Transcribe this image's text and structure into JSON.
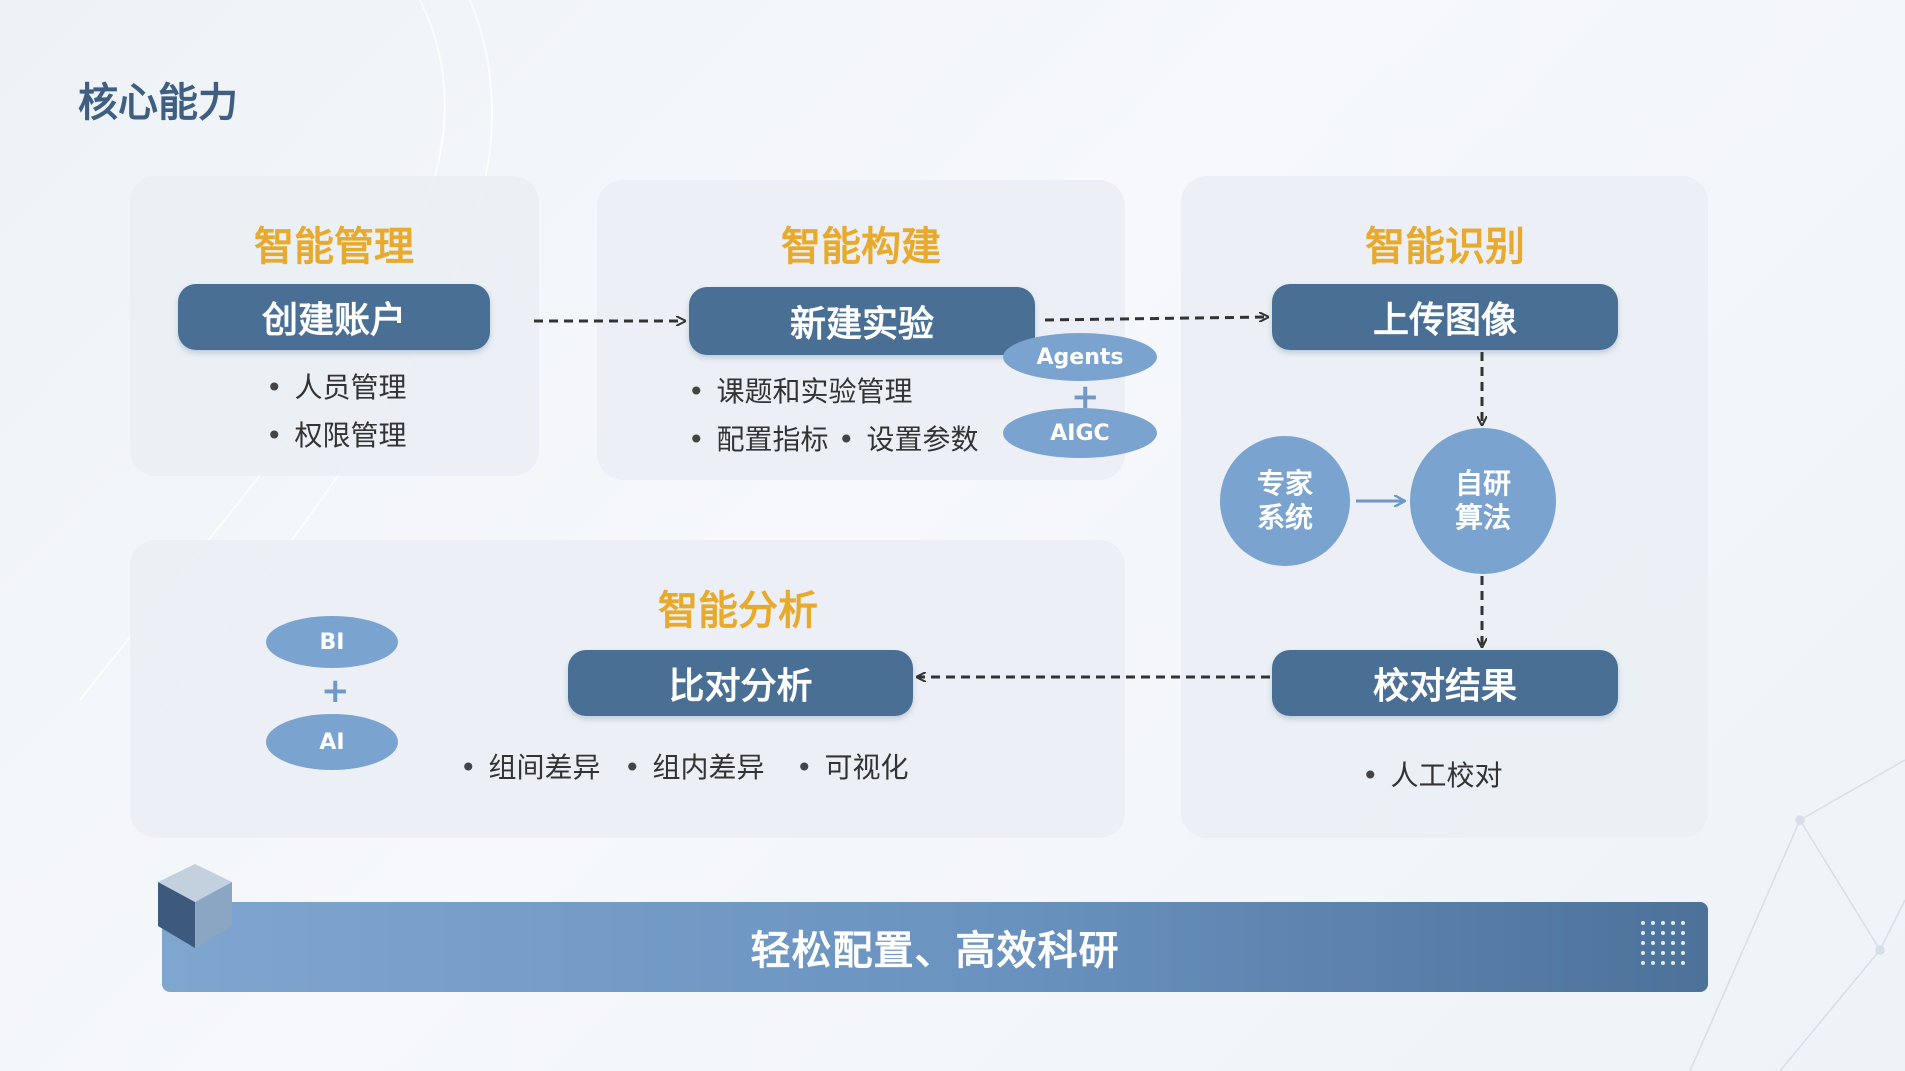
{
  "page_title": "核心能力",
  "sections": {
    "management": {
      "title": "智能管理",
      "pill": "创建账户",
      "bullets": [
        "人员管理",
        "权限管理"
      ]
    },
    "build": {
      "title": "智能构建",
      "pill": "新建实验",
      "bullets": [
        "课题和实验管理",
        "配置指标",
        "设置参数"
      ],
      "ovals": [
        "Agents",
        "AIGC"
      ]
    },
    "recognition": {
      "title": "智能识别",
      "pill_upload": "上传图像",
      "circle_expert": [
        "专家",
        "系统"
      ],
      "circle_algo": [
        "自研",
        "算法"
      ],
      "pill_check": "校对结果",
      "bullets": [
        "人工校对"
      ]
    },
    "analysis": {
      "title": "智能分析",
      "pill": "比对分析",
      "bullets": [
        "组间差异",
        "组内差异",
        "可视化"
      ],
      "ovals": [
        "BI",
        "AI"
      ]
    }
  },
  "plus_symbol": "+",
  "banner_text": "轻松配置、高效科研",
  "colors": {
    "pill": "#4a6f95",
    "section_title": "#e8aa2c",
    "oval": "#7ba3cf",
    "page_title": "#3e5f82"
  }
}
